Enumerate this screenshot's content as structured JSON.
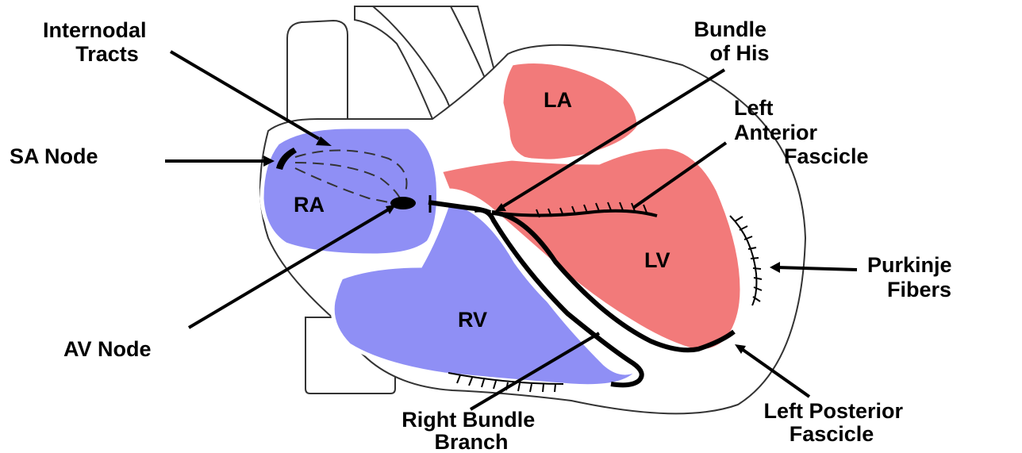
{
  "colors": {
    "right_heart": "#8f8ff5",
    "left_heart": "#f27a7a",
    "conduction": "#000000",
    "outline": "#333333"
  },
  "chambers": {
    "ra": "RA",
    "rv": "RV",
    "la": "LA",
    "lv": "LV"
  },
  "labels": {
    "internodal_tracts": [
      "Internodal",
      "Tracts"
    ],
    "sa_node": [
      "SA Node"
    ],
    "av_node": [
      "AV Node"
    ],
    "bundle_of_his": [
      "Bundle",
      "of His"
    ],
    "left_anterior_fascicle": [
      "Left",
      "Anterior",
      "Fascicle"
    ],
    "purkinje_fibers": [
      "Purkinje",
      "Fibers"
    ],
    "right_bundle_branch": [
      "Right Bundle",
      "Branch"
    ],
    "left_posterior_fascicle": [
      "Left Posterior",
      "Fascicle"
    ]
  }
}
